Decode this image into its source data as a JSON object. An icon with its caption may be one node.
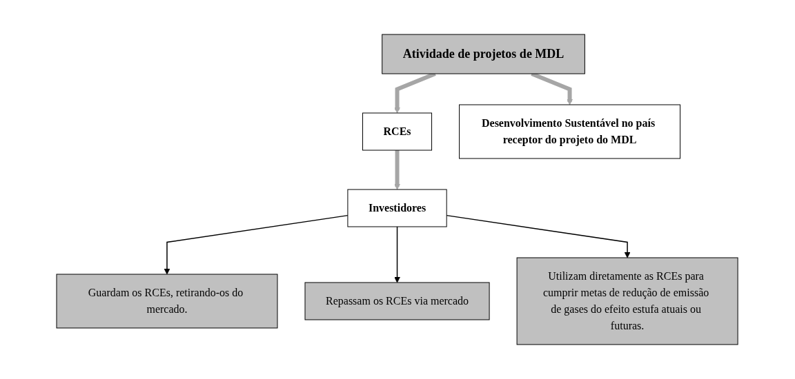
{
  "diagram": {
    "nodes": [
      {
        "text": [
          "Atividade de projetos de MDL"
        ]
      },
      {
        "text": [
          "RCEs"
        ]
      },
      {
        "text": [
          "Desenvolvimento Sustentável no país receptor do projeto do MDL"
        ]
      },
      {
        "text": [
          "Investidores"
        ]
      },
      {
        "text": [
          "Guardam os RCEs, retirando-os do mercado."
        ]
      },
      {
        "text": [
          "Repassam os RCEs via mercado"
        ]
      },
      {
        "text": [
          "Utilizam diretamente as RCEs para cumprir metas de redução de emissão de gases do efeito estufa atuais ou futuras."
        ]
      }
    ],
    "edges": [
      {
        "from": 0,
        "to": 1,
        "arrow": "to",
        "style": "thick",
        "color": "#a6a6a6"
      },
      {
        "from": 0,
        "to": 2,
        "arrow": "to",
        "style": "thick",
        "color": "#a6a6a6"
      },
      {
        "from": 1,
        "to": 3,
        "arrow": "to",
        "style": "thick",
        "color": "#a6a6a6"
      },
      {
        "from": 3,
        "to": 4,
        "arrow": "to",
        "color": "#000000"
      },
      {
        "from": 3,
        "to": 5,
        "arrow": "to",
        "color": "#000000"
      },
      {
        "from": 3,
        "to": 6,
        "arrow": "to",
        "color": "#000000"
      }
    ]
  }
}
